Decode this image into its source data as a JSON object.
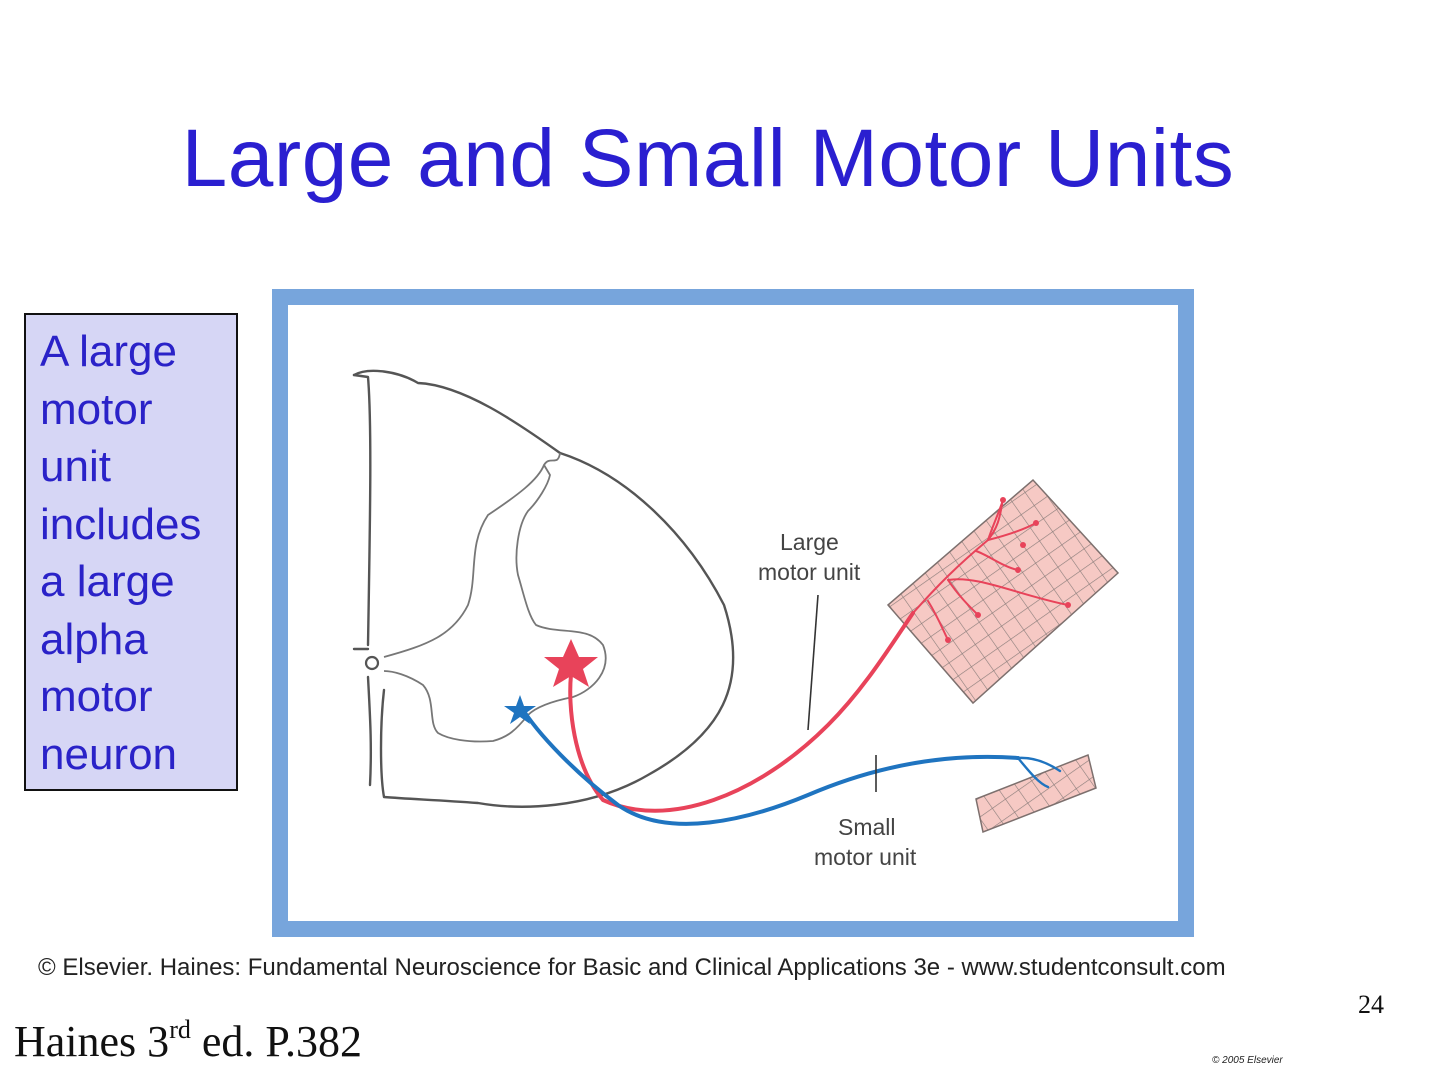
{
  "slide": {
    "title": "Large and Small Motor Units",
    "sidebox_lines": [
      "A large",
      "motor",
      "unit",
      "includes",
      "a large",
      "alpha",
      "motor",
      "neuron"
    ],
    "credit": "© Elsevier. Haines: Fundamental Neuroscience for Basic and Clinical Applications 3e - www.studentconsult.com",
    "slide_number": "24",
    "reference_prefix": "Haines  3",
    "reference_sup": "rd",
    "reference_suffix": " ed. P.382",
    "copyright_stamp": "© 2005 Elsevier"
  },
  "figure": {
    "label_large_line1": "Large",
    "label_large_line2": "motor unit",
    "label_small_line1": "Small",
    "label_small_line2": "motor unit",
    "colors": {
      "large_unit": "#e8435a",
      "small_unit": "#1f74c0",
      "muscle": "#f6c9c4",
      "frame": "#77a5dc",
      "outline": "#555555"
    }
  }
}
